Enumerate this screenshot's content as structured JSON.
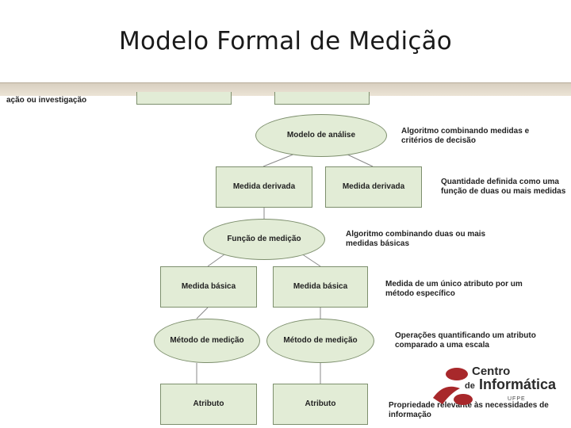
{
  "slide": {
    "title": "Modelo Formal de Medição"
  },
  "diagram": {
    "top_label": "ação ou investigação",
    "nodes": {
      "modelo": "Modelo de análise",
      "derivada_1": "Medida derivada",
      "derivada_2": "Medida derivada",
      "funcao": "Função de medição",
      "basica_1": "Medida básica",
      "basica_2": "Medida básica",
      "metodo_1": "Método de medição",
      "metodo_2": "Método de medição",
      "atributo_1": "Atributo",
      "atributo_2": "Atributo"
    },
    "notes": {
      "modelo": "Algoritmo combinando medidas e critérios de decisão",
      "derivada": "Quantidade definida como uma função de duas ou mais medidas",
      "funcao": "Algoritmo combinando duas ou mais medidas básicas",
      "basica": "Medida de um único atributo por um método específico",
      "metodo": "Operações quantificando um atributo comparado a uma escala",
      "atributo": "Propriedade relevante às necessidades de informação"
    }
  },
  "logo": {
    "line1": "Centro",
    "de": "de",
    "line2": "Informática",
    "sub": "UFPE"
  },
  "colors": {
    "node_fill": "#e2ecd6",
    "node_border": "#7d8f6d",
    "logo_red": "#a8282b"
  }
}
